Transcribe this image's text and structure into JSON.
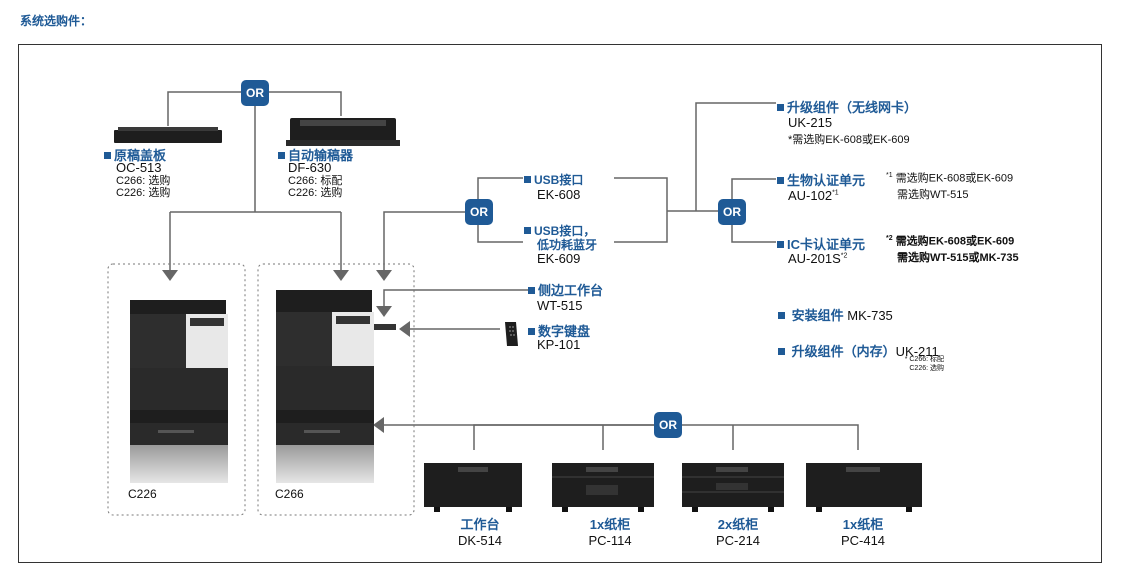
{
  "page_title": "系统选购件：",
  "or_label": "OR",
  "options": {
    "oc513": {
      "name": "原稿盖板",
      "code": "OC-513",
      "c266": "C266: 选购",
      "c226": "C226: 选购"
    },
    "df630": {
      "name": "自动输稿器",
      "code": "DF-630",
      "c266": "C266: 标配",
      "c226": "C226: 选购"
    },
    "ek608": {
      "name": "USB接口",
      "code": "EK-608"
    },
    "ek609": {
      "name_line1": "USB接口，",
      "name_line2": "低功耗蓝牙",
      "code": "EK-609"
    },
    "uk215": {
      "name": "升级组件（无线网卡）",
      "code": "UK-215",
      "note": "*需选购EK-608或EK-609"
    },
    "au102": {
      "name": "生物认证单元",
      "code": "AU-102",
      "mark": "*1"
    },
    "au201s": {
      "name": "IC卡认证单元",
      "code": "AU-201S",
      "mark": "*2"
    },
    "wt515": {
      "name": "侧边工作台",
      "code": "WT-515"
    },
    "kp101": {
      "name": "数字键盘",
      "code": "KP-101"
    },
    "mk735": {
      "name": "安装组件",
      "code": "MK-735"
    },
    "uk211": {
      "name": "升级组件（内存）",
      "code": "UK-211",
      "c266": "* C266: 标配",
      "c226": "C226: 选购"
    }
  },
  "notes": {
    "n1_mark": "*1",
    "n1_line1": "需选购EK-608或EK-609",
    "n1_line2": "需选购WT-515",
    "n2_mark": "*2",
    "n2_line1": "需选购EK-608或EK-609",
    "n2_line2": "需选购WT-515或MK-735"
  },
  "machines": {
    "c226": "C226",
    "c266": "C266"
  },
  "cabinets": [
    {
      "name": "工作台",
      "code": "DK-514"
    },
    {
      "name": "1x纸柜",
      "code": "PC-114"
    },
    {
      "name": "2x纸柜",
      "code": "PC-214"
    },
    {
      "name": "1x纸柜",
      "code": "PC-414"
    }
  ],
  "colors": {
    "accent": "#1f5a96",
    "line": "#666666",
    "device_dark": "#2a2a2a",
    "device_light": "#e8e8e8"
  }
}
